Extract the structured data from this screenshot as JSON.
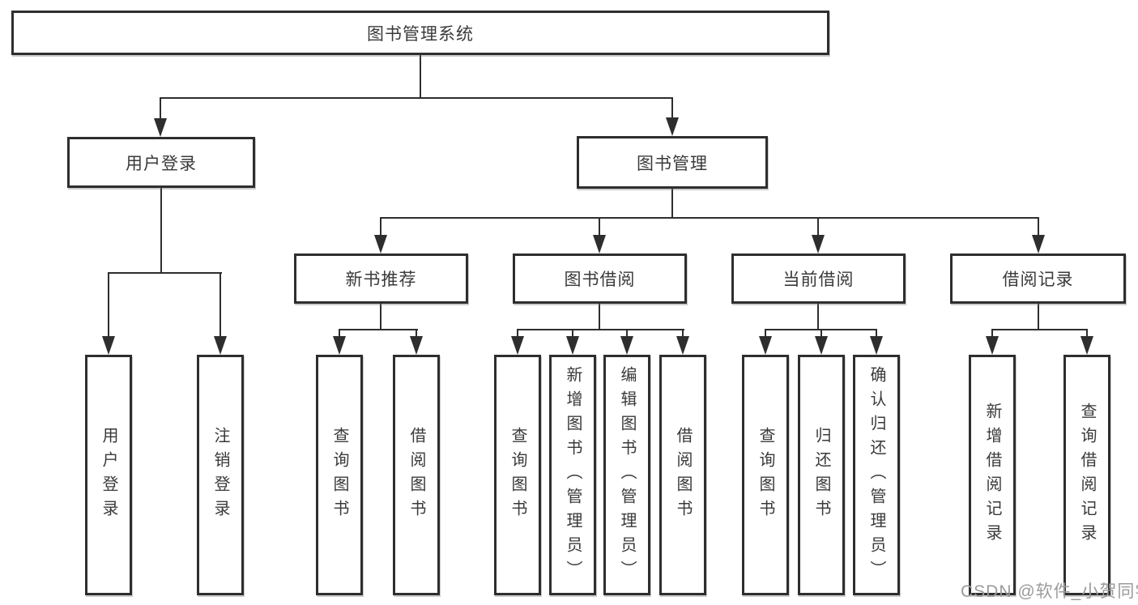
{
  "diagram": {
    "title": "图书管理系统",
    "nodes": {
      "root": "图书管理系统",
      "user_login": "用户登录",
      "book_mgmt": "图书管理",
      "new_book": "新书推荐",
      "book_borrow": "图书借阅",
      "current_borrow": "当前借阅",
      "borrow_records": "借阅记录",
      "leaves": {
        "user_login": [
          "用户登录",
          "注销登录"
        ],
        "new_book": [
          "查询图书",
          "借阅图书"
        ],
        "book_borrow": [
          "查询图书",
          "新增图书（管理员）",
          "编辑图书（管理员）",
          "借阅图书"
        ],
        "current_borrow": [
          "查询图书",
          "归还图书",
          "确认归还（管理员）"
        ],
        "borrow_records": [
          "新增借阅记录",
          "查询借阅记录"
        ]
      }
    },
    "watermark": "CSDN @软件_小贺同学",
    "colors": {
      "line": "#2e2e2e",
      "text": "#3a3a3a",
      "watermark": "#9b9b9b",
      "background": "#ffffff"
    }
  }
}
